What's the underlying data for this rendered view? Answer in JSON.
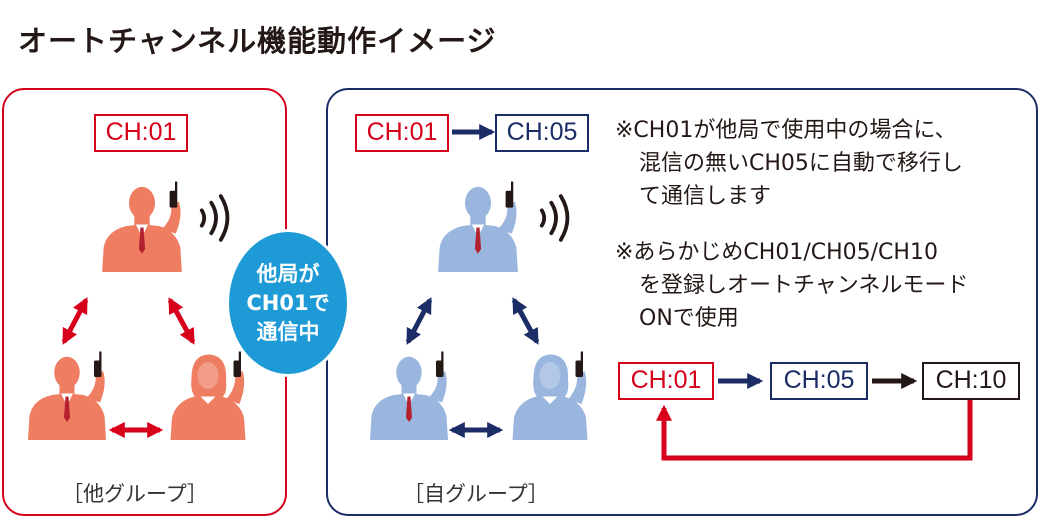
{
  "title": "オートチャンネル機能動作イメージ",
  "colors": {
    "red": "#d7001b",
    "navy": "#1b2c66",
    "other_group_person": "#ee7d62",
    "own_group_person": "#9ab6de",
    "bubble": "#1e9ad6",
    "black": "#231815"
  },
  "other_group": {
    "channel": "CH:01",
    "label": "［他グループ］",
    "icons": [
      "person-with-radio-icon",
      "signal-waves-icon",
      "double-arrow-icon"
    ]
  },
  "bubble": {
    "lines": [
      "他局が",
      "CH01で",
      "通信中"
    ]
  },
  "own_group": {
    "from_channel": "CH:01",
    "to_channel": "CH:05",
    "label": "［自グループ］",
    "icons": [
      "person-with-radio-icon",
      "signal-waves-icon",
      "double-arrow-icon"
    ]
  },
  "note1": {
    "lines": [
      "※CH01が他局で使用中の場合に、",
      "混信の無いCH05に自動で移行し",
      "て通信します"
    ]
  },
  "note2": {
    "lines": [
      "※あらかじめCH01/CH05/CH10",
      "を登録しオートチャンネルモード",
      "ONで使用"
    ]
  },
  "cycle": {
    "channels": [
      "CH:01",
      "CH:05",
      "CH:10"
    ]
  }
}
